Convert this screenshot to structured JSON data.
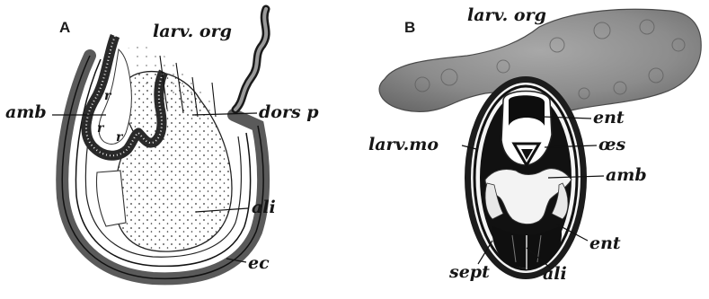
{
  "figure": {
    "panel_a": {
      "letter": "A",
      "labels": {
        "larv_org": "larv. org",
        "amb": "amb",
        "r_upper": "r",
        "r_left": "r",
        "r_right": "r",
        "dors_p": "dors p",
        "ali": "ali",
        "ec": "ec"
      }
    },
    "panel_b": {
      "letter": "B",
      "labels": {
        "larv_org": "larv. org",
        "ent_top": "ent",
        "larv_mo": "larv.mo",
        "oes": "œs",
        "amb": "amb",
        "ent_bottom": "ent",
        "sept": "sept",
        "ali": "ali"
      }
    }
  }
}
